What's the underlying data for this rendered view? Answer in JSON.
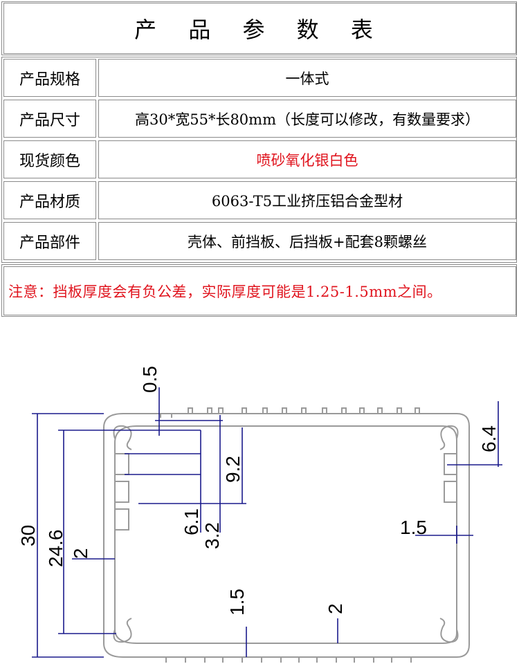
{
  "title": "产 品 参 数 表",
  "rows": [
    {
      "label": "产品规格",
      "value": "一体式"
    },
    {
      "label": "产品尺寸",
      "value": "高30*宽55*长80mm（长度可以修改，有数量要求）"
    },
    {
      "label": "现货颜色",
      "value": "喷砂氧化银白色",
      "value_color": "#e0141e"
    },
    {
      "label": "产品材质",
      "value": "6063-T5工业挤压铝合金型材"
    },
    {
      "label": "产品部件",
      "value": "壳体、前挡板、后挡板+配套8颗螺丝"
    }
  ],
  "note": "注意：挡板厚度会有负公差，实际厚度可能是1.25-1.5mm之间。",
  "drawing": {
    "dimensions": {
      "top_gap": "0.5",
      "corner": "6.4",
      "slot_depth": "9.2",
      "slot_a": "6.1",
      "slot_b": "3.2",
      "height": "30",
      "inner_height": "24.6",
      "left_wall": "2",
      "right_wall": "1.5",
      "bottom_wall": "1.5",
      "bottom_gap": "2"
    },
    "line_color": "#1a1a8c",
    "profile_color": "#9a9a9a"
  }
}
